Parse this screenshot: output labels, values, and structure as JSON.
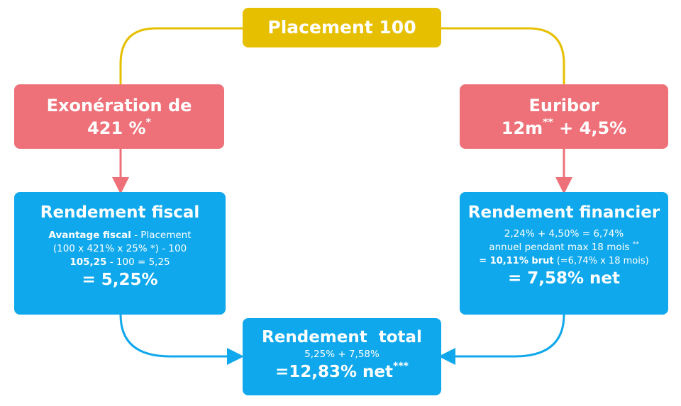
{
  "colors": {
    "yellow": "#E6BF00",
    "red": "#EE7078",
    "blue": "#0FA8EC",
    "line_yellow": "#E6BF00",
    "arrow_red": "#EE7078",
    "arrow_blue": "#0FA8EC"
  },
  "top": {
    "title": "Placement 100"
  },
  "left_red": {
    "line1": "Exonération de",
    "line2": "421 %",
    "star": "*"
  },
  "right_red": {
    "line1": "Euribor",
    "line2a": "12m",
    "stars": "**",
    "line2b": " + 4,5%"
  },
  "left_blue": {
    "title": "Rendement fiscal",
    "l1_bold": "Avantage fiscal",
    "l1_rest": " - Placement",
    "l2": "(100 x 421% x 25% *) - 100",
    "l3_bold": "105,25",
    "l3_rest": " - 100 = 5,25",
    "result": "= 5,25%"
  },
  "right_blue": {
    "title": "Rendement financier",
    "l1": "2,24% + 4,50% = 6,74%",
    "l2": "annuel pendant max 18 mois",
    "l2_stars": "**",
    "l3_bold": "= 10,11% brut",
    "l3_rest": " (=6,74% x 18 mois)",
    "result": "= 7,58% net"
  },
  "center_blue": {
    "title": "Rendement  total",
    "l1": "5,25% + 7,58%",
    "result": "=12,83% net",
    "stars": "***"
  }
}
